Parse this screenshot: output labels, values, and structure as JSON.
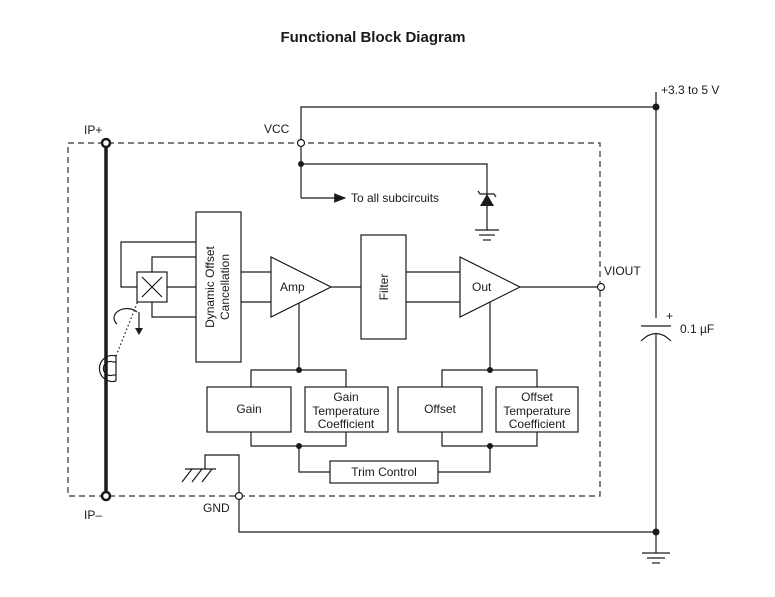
{
  "title": "Functional Block Diagram",
  "pins": {
    "ip_plus": "IP+",
    "ip_minus": "IP–",
    "vcc": "VCC",
    "gnd": "GND",
    "viout": "VIOUT"
  },
  "supply": {
    "voltage_label": "+3.3 to 5 V",
    "capacitor_label": "0.1 µF",
    "capacitor_polarity": "+"
  },
  "blocks": {
    "dynamic_offset_line1": "Dynamic Offset",
    "dynamic_offset_line2": "Cancellation",
    "amp": "Amp",
    "filter": "Filter",
    "out": "Out",
    "gain": "Gain",
    "gain_temp_line1": "Gain",
    "gain_temp_line2": "Temperature",
    "gain_temp_line3": "Coefficient",
    "offset": "Offset",
    "offset_temp_line1": "Offset",
    "offset_temp_line2": "Temperature",
    "offset_temp_line3": "Coefficient",
    "trim_control": "Trim Control"
  },
  "annotations": {
    "subcircuits": "To all subcircuits"
  }
}
